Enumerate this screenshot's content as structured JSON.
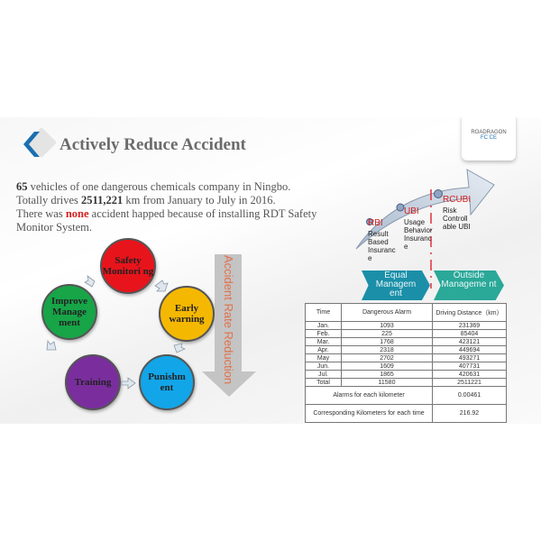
{
  "title": "Actively Reduce Accident",
  "logo": {
    "brand": "ROADRAGON",
    "marks": "FC CE"
  },
  "intro": {
    "line1_bold": "65",
    "line1_rest": " vehicles of one dangerous chemicals company in Ningbo.",
    "line2_pre": "Totally drives ",
    "line2_bold": "2511,221",
    "line2_rest": " km from January to July in 2016.",
    "line3_pre": "There was ",
    "line3_red": "none",
    "line3_rest": " accident happed because of installing RDT Safety Monitor System."
  },
  "cycle": [
    {
      "label": "Safety Monitori ng",
      "color": "#e8141b"
    },
    {
      "label": "Early warning",
      "color": "#f5b800"
    },
    {
      "label": "Punishm ent",
      "color": "#12a5e8"
    },
    {
      "label": "Training",
      "color": "#7a2e9e"
    },
    {
      "label": "Improve Manage ment",
      "color": "#17a548"
    }
  ],
  "reduction_arrow": "Accident Rate Reduction",
  "insurance": {
    "rbi": {
      "title": "RBI",
      "desc": "Result Based Insuranc e"
    },
    "ubi": {
      "title": "UBI",
      "desc": "Usage Behavior Insuranc e"
    },
    "rcubi": {
      "title": "RCUBI",
      "desc": "Risk Controll able UBI"
    },
    "chevron1": "Equal Managem ent",
    "chevron2": "Outside Manageme nt"
  },
  "table": {
    "headers": [
      "Time",
      "Dangerous Alarm",
      "Driving Distance（km）"
    ],
    "rows": [
      [
        "Jan.",
        "1093",
        "231369"
      ],
      [
        "Feb.",
        "225",
        "85404"
      ],
      [
        "Mar.",
        "1768",
        "423121"
      ],
      [
        "Apr.",
        "2318",
        "449694"
      ],
      [
        "May",
        "2702",
        "493271"
      ],
      [
        "Jun.",
        "1609",
        "407731"
      ],
      [
        "Jul.",
        "1865",
        "420631"
      ],
      [
        "Total",
        "11580",
        "2511221"
      ]
    ],
    "summary": [
      [
        "Alarms for each kilometer",
        "0.00461"
      ],
      [
        "Corresponding Kilometers for each time",
        "216.92"
      ]
    ]
  }
}
